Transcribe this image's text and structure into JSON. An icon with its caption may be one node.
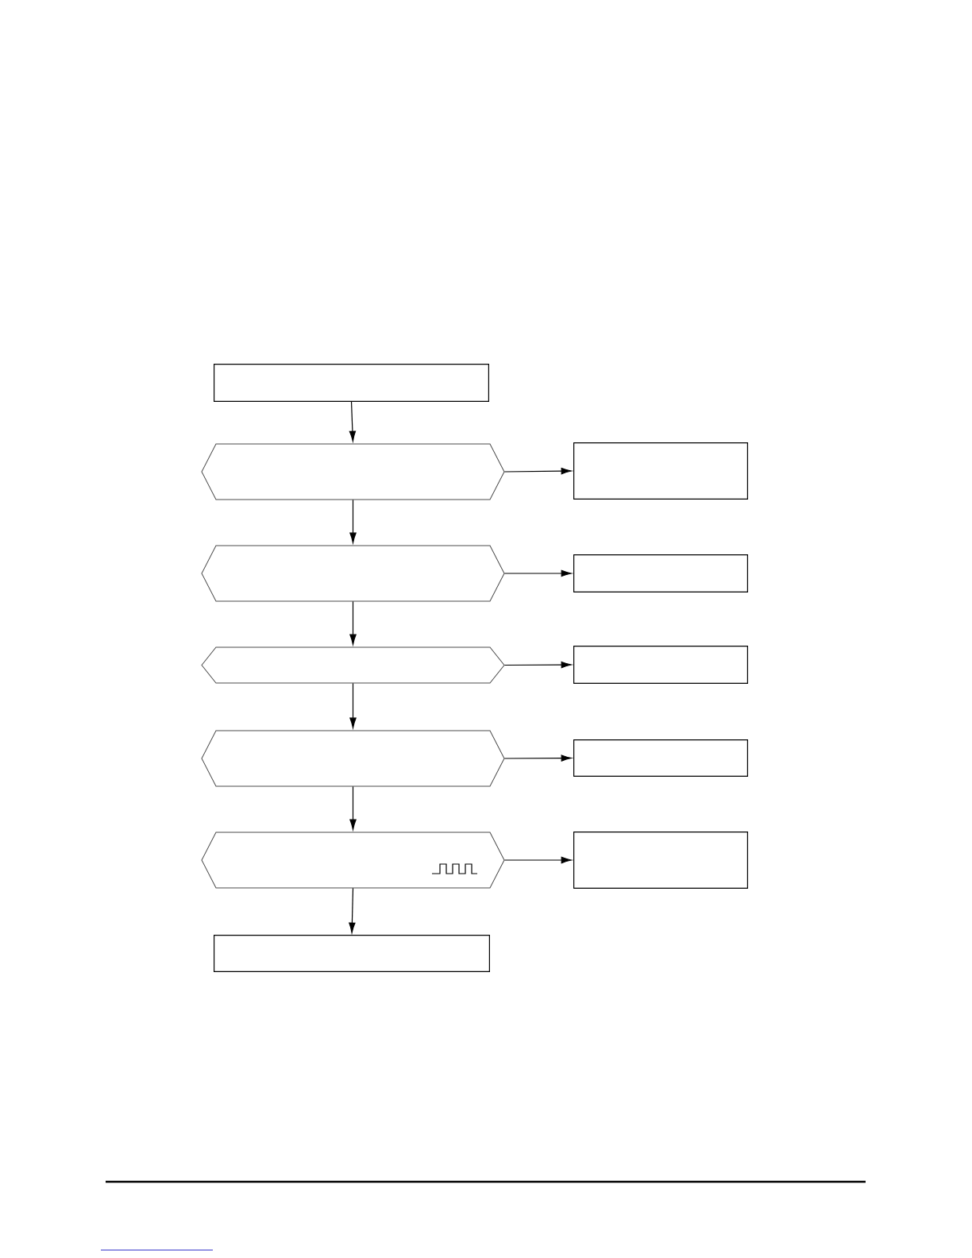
{
  "diagram": {
    "nodes": [
      {
        "text": [],
        "shape": "box"
      },
      {
        "text": [],
        "shape": "hexagon"
      },
      {
        "text": [],
        "shape": "box"
      },
      {
        "text": [],
        "shape": "hexagon"
      },
      {
        "text": [],
        "shape": "box"
      },
      {
        "text": [],
        "shape": "hexagon"
      },
      {
        "text": [],
        "shape": "box"
      },
      {
        "text": [],
        "shape": "hexagon"
      },
      {
        "text": [],
        "shape": "box"
      },
      {
        "text": [],
        "shape": "hexagon"
      },
      {
        "text": [],
        "shape": "box"
      },
      {
        "text": [],
        "shape": "box"
      }
    ],
    "edges": [
      {
        "from": 0,
        "to": 1,
        "arrow": "to"
      },
      {
        "from": 1,
        "to": 2,
        "arrow": "to"
      },
      {
        "from": 1,
        "to": 3,
        "arrow": "to"
      },
      {
        "from": 3,
        "to": 4,
        "arrow": "to"
      },
      {
        "from": 3,
        "to": 5,
        "arrow": "to"
      },
      {
        "from": 5,
        "to": 6,
        "arrow": "to"
      },
      {
        "from": 5,
        "to": 7,
        "arrow": "to"
      },
      {
        "from": 7,
        "to": 8,
        "arrow": "to"
      },
      {
        "from": 7,
        "to": 9,
        "arrow": "to"
      },
      {
        "from": 9,
        "to": 10,
        "arrow": "to"
      },
      {
        "from": 9,
        "to": 11,
        "arrow": "to"
      }
    ]
  }
}
